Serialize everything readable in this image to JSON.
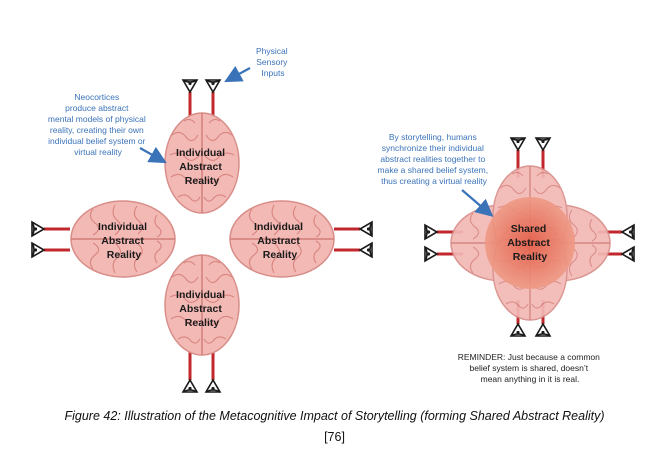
{
  "left_diagram": {
    "physical_inputs_note": [
      "Physical",
      "Sensory",
      "Inputs"
    ],
    "neocortex_note": [
      "Neocortices",
      "produce abstract",
      "mental models of physical",
      "reality, creating their own",
      "individual belief system or",
      "virtual reality"
    ],
    "brain_top": [
      "Individual",
      "Abstract",
      "Reality"
    ],
    "brain_left": [
      "Individual",
      "Abstract",
      "Reality"
    ],
    "brain_right": [
      "Individual",
      "Abstract",
      "Reality"
    ],
    "brain_bottom": [
      "Individual",
      "Abstract",
      "Reality"
    ]
  },
  "right_diagram": {
    "storytelling_note": [
      "By storytelling, humans",
      "synchronize their individual",
      "abstract realities together to",
      "make a shared belief system,",
      "thus creating a virtual reality"
    ],
    "shared_label": [
      "Shared",
      "Abstract",
      "Reality"
    ],
    "reminder": [
      "REMINDER: Just because a common",
      "belief system is shared, doesn’t",
      "mean anything in it is real."
    ]
  },
  "colors": {
    "brain_fill": "#f2b9b5",
    "brain_stroke": "#d88d88",
    "brain_fold": "#d98580",
    "shared_core": "#e9735d",
    "nerve_red": "#c0282d",
    "note_blue": "#3b73b9"
  },
  "caption": "Figure 42: Illustration of the Metacognitive Impact of Storytelling (forming Shared Abstract Reality)",
  "citation": "[76]"
}
